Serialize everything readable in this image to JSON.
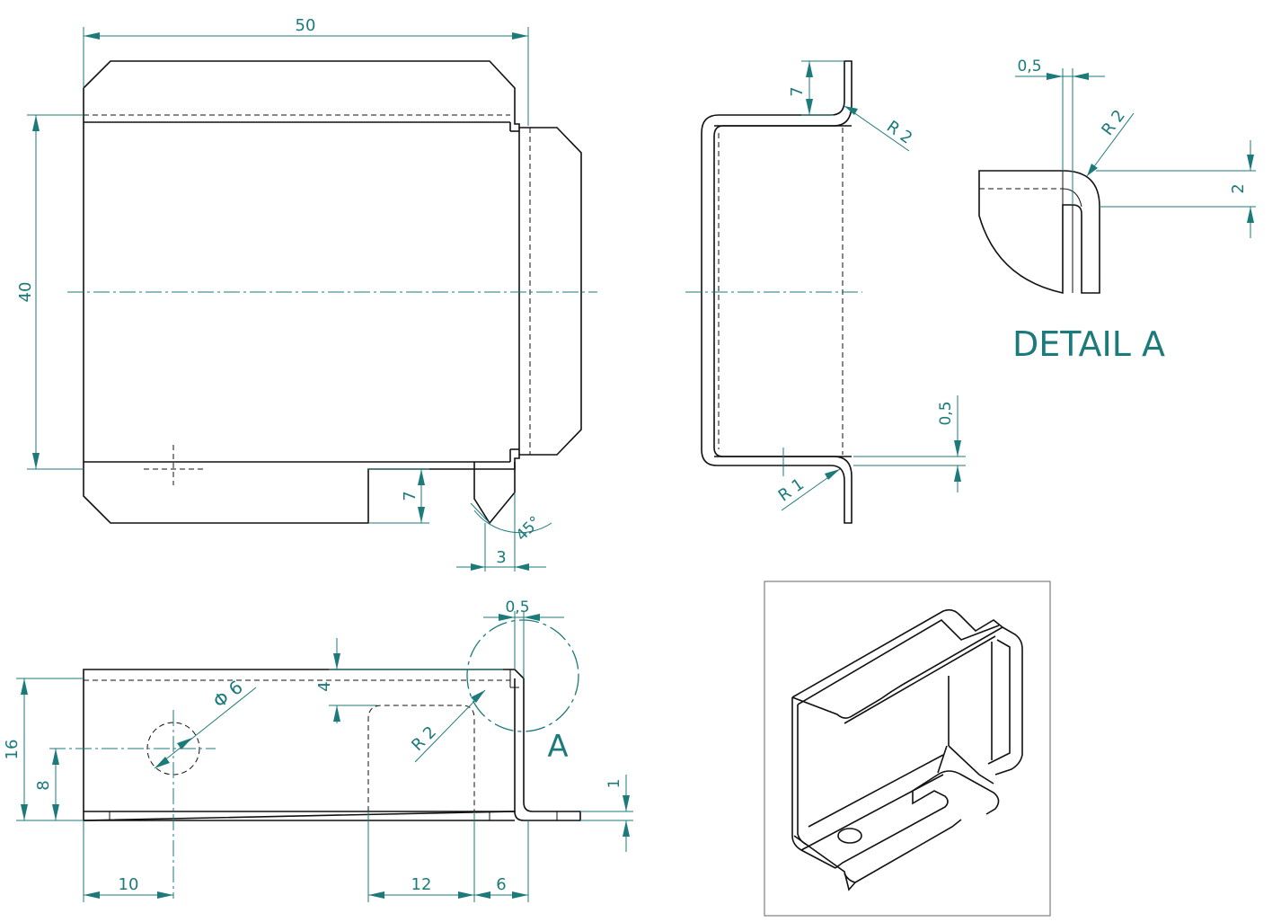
{
  "dimensions": {
    "width_50": "50",
    "height_40": "40",
    "flange_7": "7",
    "notch_3": "3",
    "angle_45": "45°",
    "side_7": "7",
    "side_r2": "R 2",
    "side_r1": "R 1",
    "side_05": "0,5",
    "detail_05": "0,5",
    "detail_r2": "R 2",
    "detail_2": "2",
    "front_05": "0,5",
    "front_4": "4",
    "front_phi6": "Φ 6",
    "front_r2": "R 2",
    "front_16": "16",
    "front_8": "8",
    "front_1": "1",
    "front_10": "10",
    "front_12": "12",
    "front_6": "6"
  },
  "labels": {
    "detail_title": "DETAIL A",
    "detail_callout": "A"
  },
  "colors": {
    "dimension": "#1c7a7a",
    "outline": "#111111"
  }
}
